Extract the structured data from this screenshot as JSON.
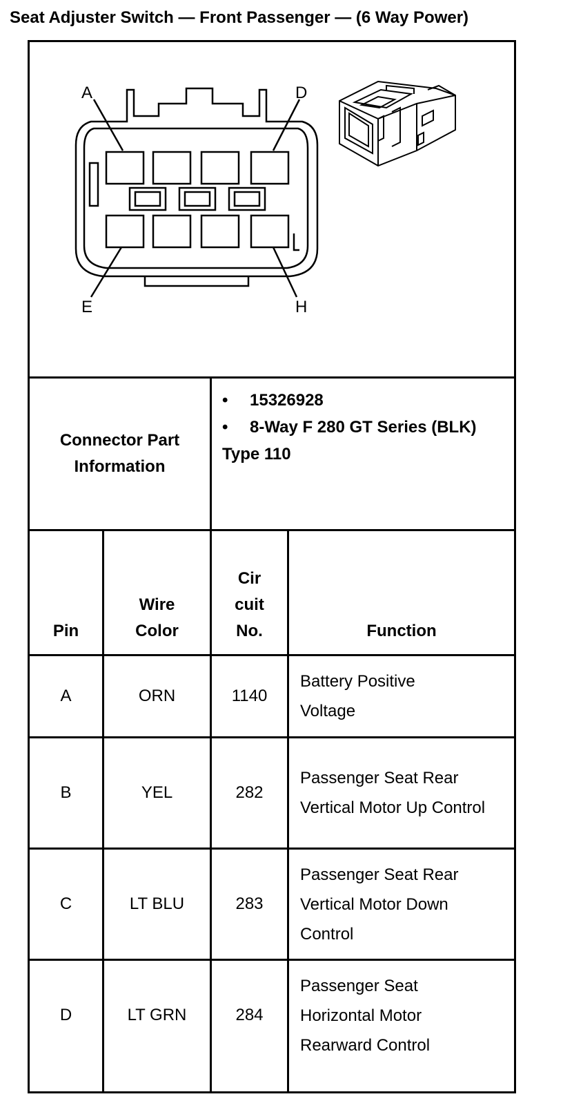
{
  "title": "Seat Adjuster Switch — Front Passenger — (6 Way Power)",
  "diagram": {
    "labels": {
      "a": "A",
      "d": "D",
      "e": "E",
      "h": "H"
    }
  },
  "connector": {
    "label": "Connector Part Information",
    "items": [
      "15326928",
      "8-Way F 280 GT Series (BLK) Type 110"
    ]
  },
  "table": {
    "headers": {
      "pin": "Pin",
      "wire": "Wire Color",
      "circuit": "Cir cuit No.",
      "function": "Function"
    },
    "rows": [
      {
        "pin": "A",
        "wire": "ORN",
        "circuit": "1140",
        "function": "Battery Positive Voltage"
      },
      {
        "pin": "B",
        "wire": "YEL",
        "circuit": "282",
        "function": "Passenger Seat Rear Vertical Motor Up Control"
      },
      {
        "pin": "C",
        "wire": "LT BLU",
        "circuit": "283",
        "function": "Passenger Seat Rear Vertical Motor Down Control"
      },
      {
        "pin": "D",
        "wire": "LT GRN",
        "circuit": "284",
        "function": "Passenger Seat Horizontal Motor Rearward Control"
      }
    ]
  }
}
